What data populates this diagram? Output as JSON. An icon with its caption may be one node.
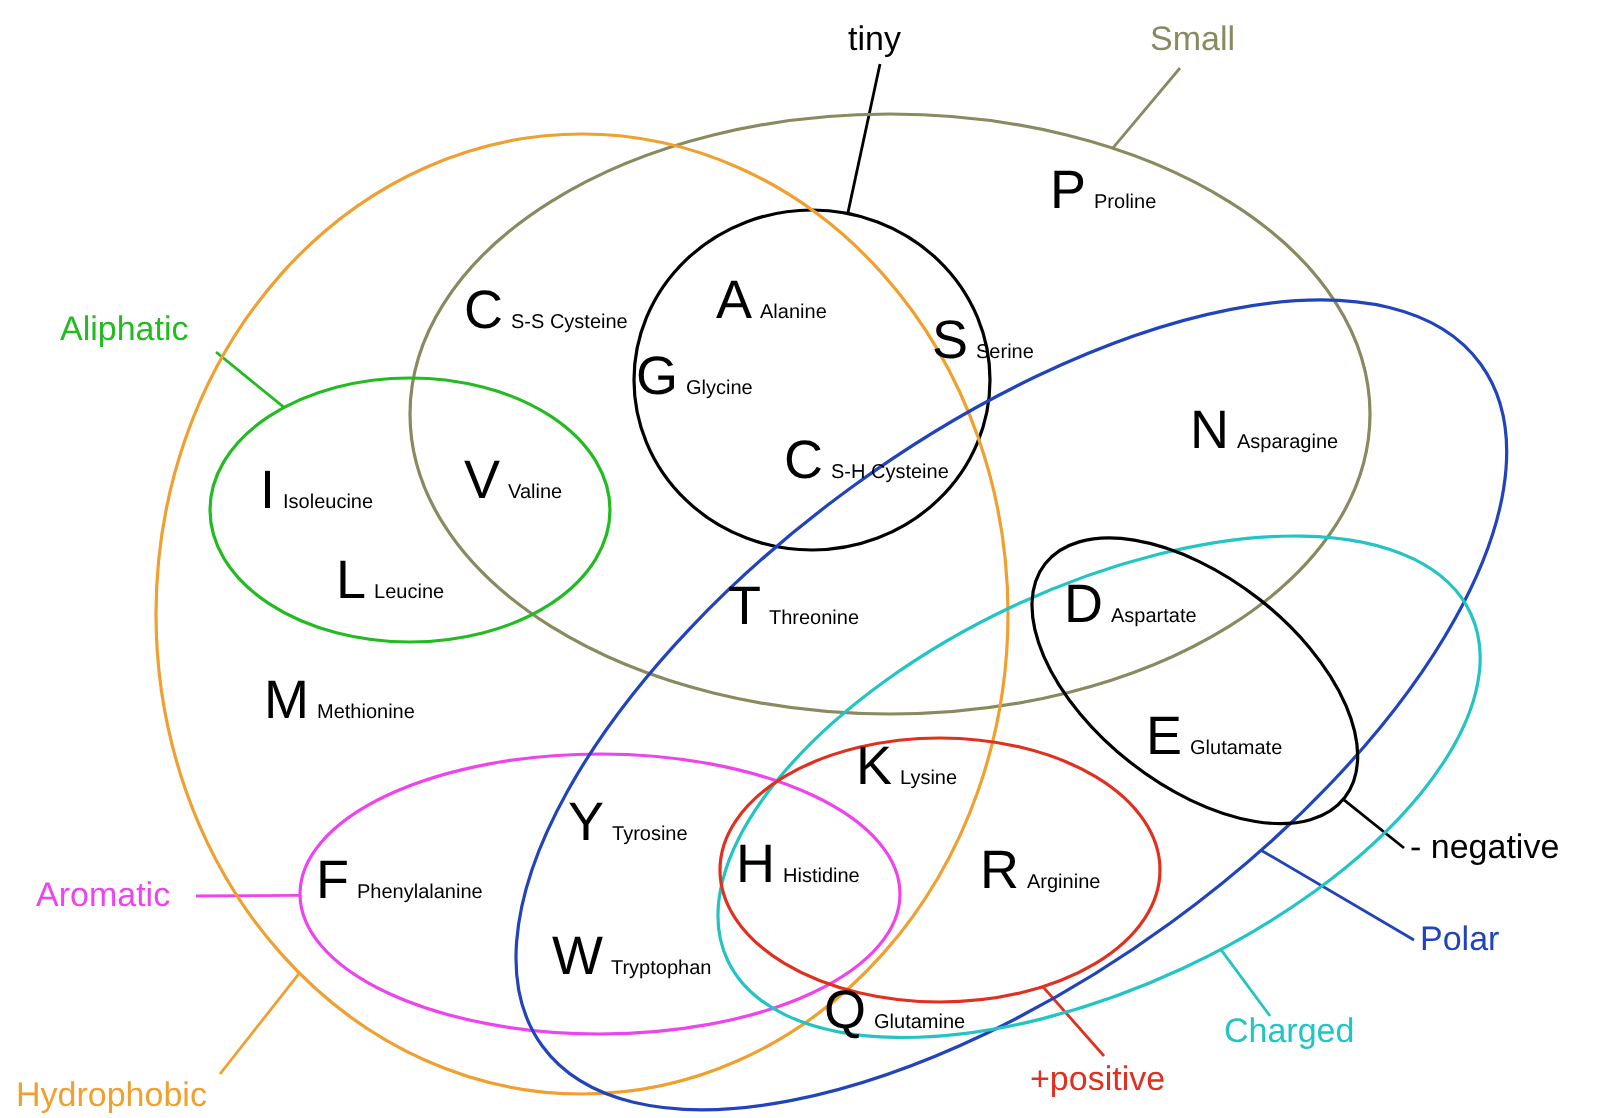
{
  "diagram": {
    "nodes": [
      {
        "text": [
          "tiny"
        ]
      },
      {
        "text": [
          "Small"
        ]
      },
      {
        "text": [
          "Aliphatic"
        ]
      },
      {
        "text": [
          "Aromatic"
        ]
      },
      {
        "text": [
          "Hydrophobic"
        ]
      },
      {
        "text": [
          "- negative"
        ]
      },
      {
        "text": [
          "Polar"
        ]
      },
      {
        "text": [
          "Charged"
        ]
      },
      {
        "text": [
          "+positive"
        ]
      },
      {
        "text": [],
        "shape": "ellipse"
      },
      {
        "text": [],
        "shape": "ellipse"
      },
      {
        "text": [],
        "shape": "ellipse",
        "in": 13
      },
      {
        "text": [],
        "shape": "ellipse",
        "in": 13
      },
      {
        "text": [],
        "shape": "ellipse"
      },
      {
        "text": [],
        "shape": "ellipse",
        "in": 16
      },
      {
        "text": [],
        "shape": "ellipse"
      },
      {
        "text": [],
        "shape": "ellipse",
        "in": 15
      },
      {
        "text": [],
        "shape": "ellipse",
        "in": 16
      }
    ],
    "edges": [
      {
        "from": 0,
        "to": 9,
        "arrow": "none"
      },
      {
        "from": 1,
        "to": 10,
        "arrow": "none",
        "color": "#8a8a60"
      },
      {
        "from": 2,
        "to": 11,
        "arrow": "none",
        "color": "#22bb22"
      },
      {
        "from": 3,
        "to": 12,
        "arrow": "none",
        "color": "#ee44ee"
      },
      {
        "from": 4,
        "to": 13,
        "arrow": "none",
        "color": "#f0a030"
      },
      {
        "from": 5,
        "to": 14,
        "arrow": "none"
      },
      {
        "from": 6,
        "to": 15,
        "arrow": "none",
        "color": "#2244bb"
      },
      {
        "from": 7,
        "to": 16,
        "arrow": "none",
        "color": "#22c4c4"
      },
      {
        "from": 8,
        "to": 17,
        "arrow": "none",
        "color": "#e03020"
      }
    ],
    "labels": [
      "P",
      "Proline",
      "C",
      "S-S Cysteine",
      "A",
      "Alanine",
      "G",
      "Glycine",
      "S",
      "Serine",
      "N",
      "Asparagine",
      "I",
      "Isoleucine",
      "V",
      "Valine",
      "C",
      "S-H Cysteine",
      "L",
      "Leucine",
      "T",
      "Threonine",
      "D",
      "Aspartate",
      "M",
      "Methionine",
      "E",
      "Glutamate",
      "K",
      "Lysine",
      "Y",
      "Tyrosine",
      "H",
      "Histidine",
      "R",
      "Arginine",
      "F",
      "Phenylalanine",
      "W",
      "Tryptophan",
      "Q",
      "Glutamine"
    ]
  }
}
